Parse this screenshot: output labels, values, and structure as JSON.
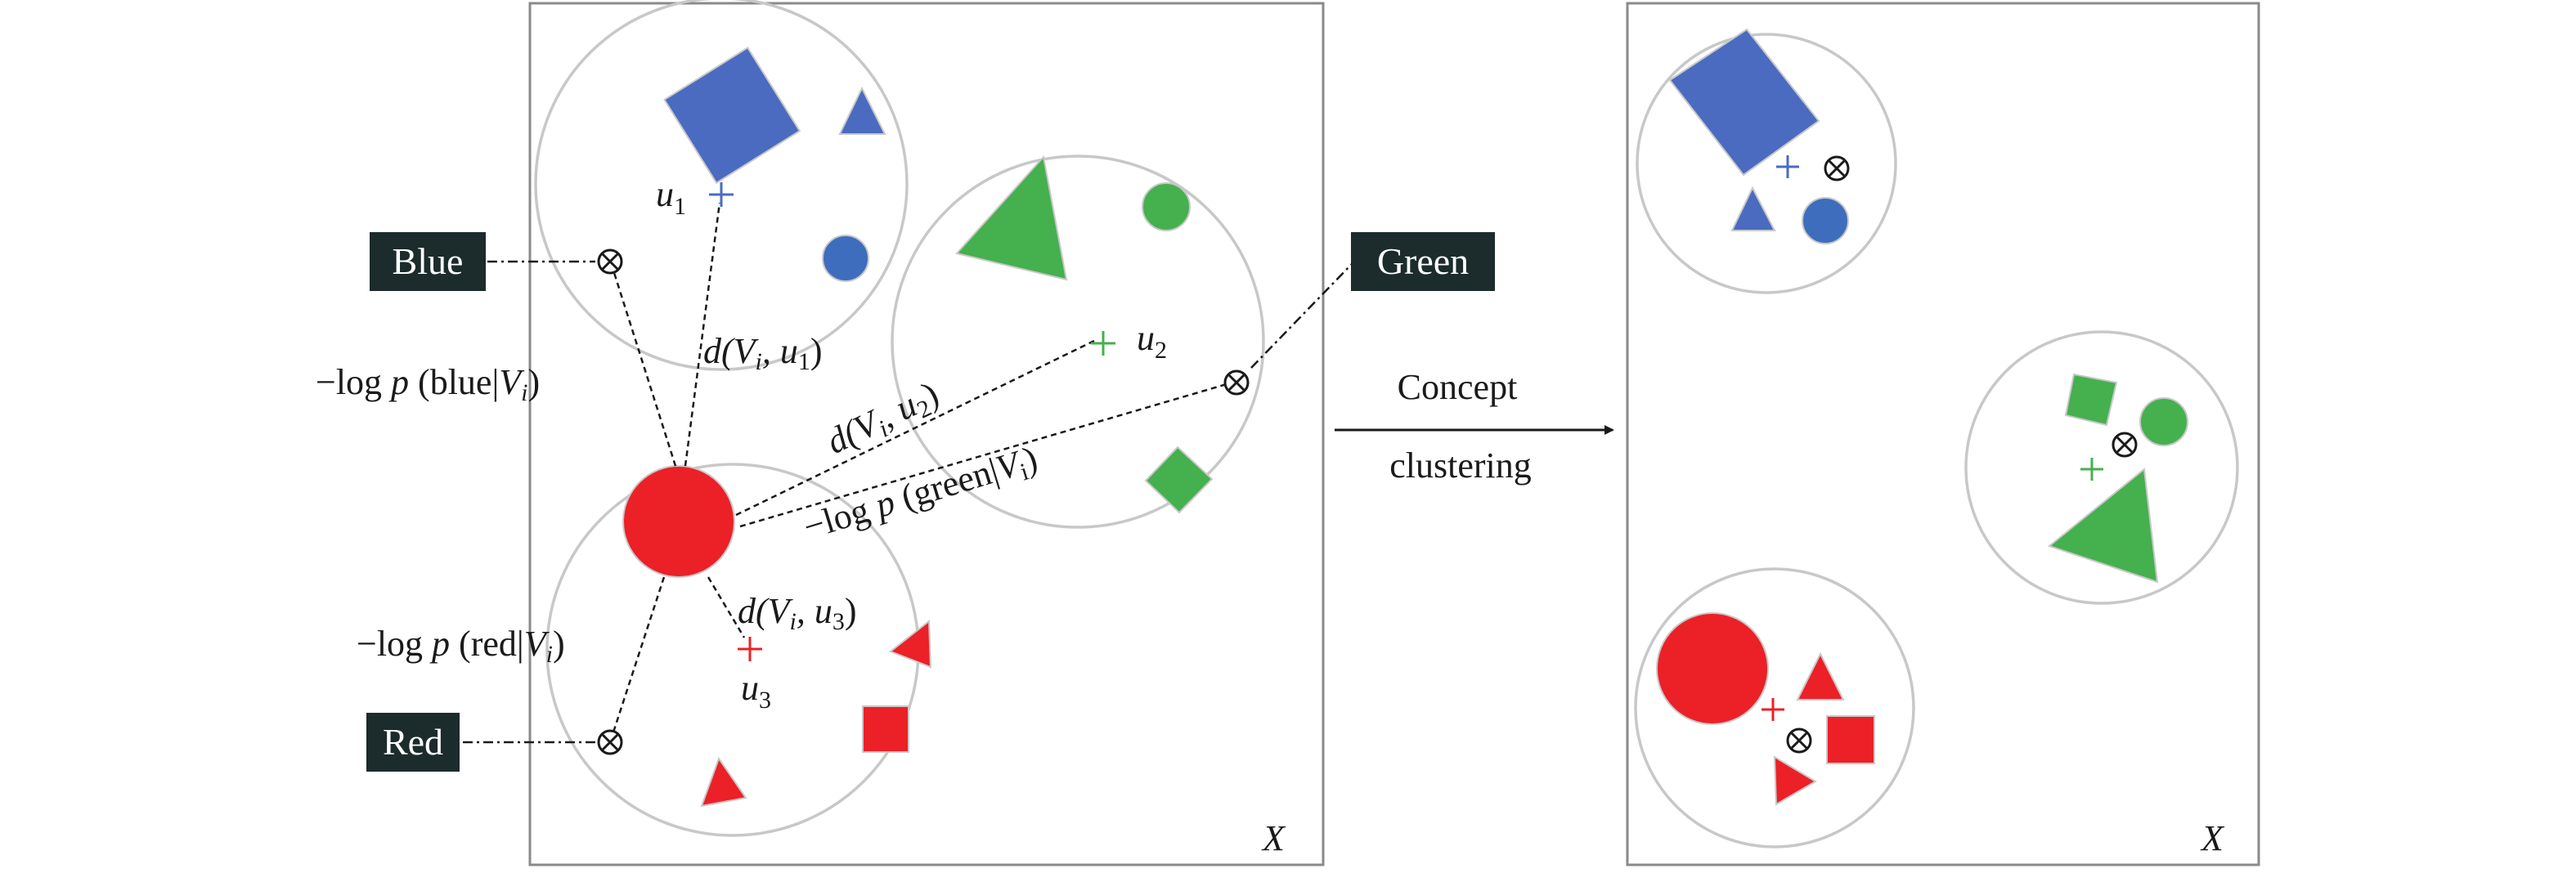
{
  "colors": {
    "blue": "#4A6BC0",
    "blue_circle": "#3E6DBD",
    "green": "#45B04E",
    "red": "#EC2027",
    "tag_bg": "#1C2B2B",
    "cluster_outline": "#C8C8C8",
    "panel_border": "#8A8A8A",
    "line": "#1a1a1a"
  },
  "left_panel": {
    "axis_label": "X",
    "tags": {
      "blue": "Blue",
      "green": "Green",
      "red": "Red"
    },
    "centroids": {
      "u1": {
        "base": "u",
        "sub": "1"
      },
      "u2": {
        "base": "u",
        "sub": "2"
      },
      "u3": {
        "base": "u",
        "sub": "3"
      }
    },
    "distance_labels": {
      "d1": {
        "pre": "d(V",
        "sub": "i",
        "post": ", u",
        "sub2": "1",
        "end": ")"
      },
      "d2": {
        "pre": "d(V",
        "sub": "i",
        "post": ", u",
        "sub2": "2",
        "end": ")"
      },
      "d3": {
        "pre": "d(V",
        "sub": "i",
        "post": ", u",
        "sub2": "3",
        "end": ")"
      }
    },
    "log_labels": {
      "blue": {
        "prefix": "−log ",
        "p": "p",
        "mid": " (blue|",
        "v": "V",
        "sub": "i",
        "end": ")"
      },
      "green": {
        "prefix": "−log ",
        "p": "p",
        "mid": " (green|",
        "v": "V",
        "sub": "i",
        "end": ")"
      },
      "red": {
        "prefix": "−log ",
        "p": "p",
        "mid": " (red|",
        "v": "V",
        "sub": "i",
        "end": ")"
      }
    }
  },
  "arrow": {
    "line1": "Concept",
    "line2": "clustering"
  },
  "right_panel": {
    "axis_label": "X"
  }
}
